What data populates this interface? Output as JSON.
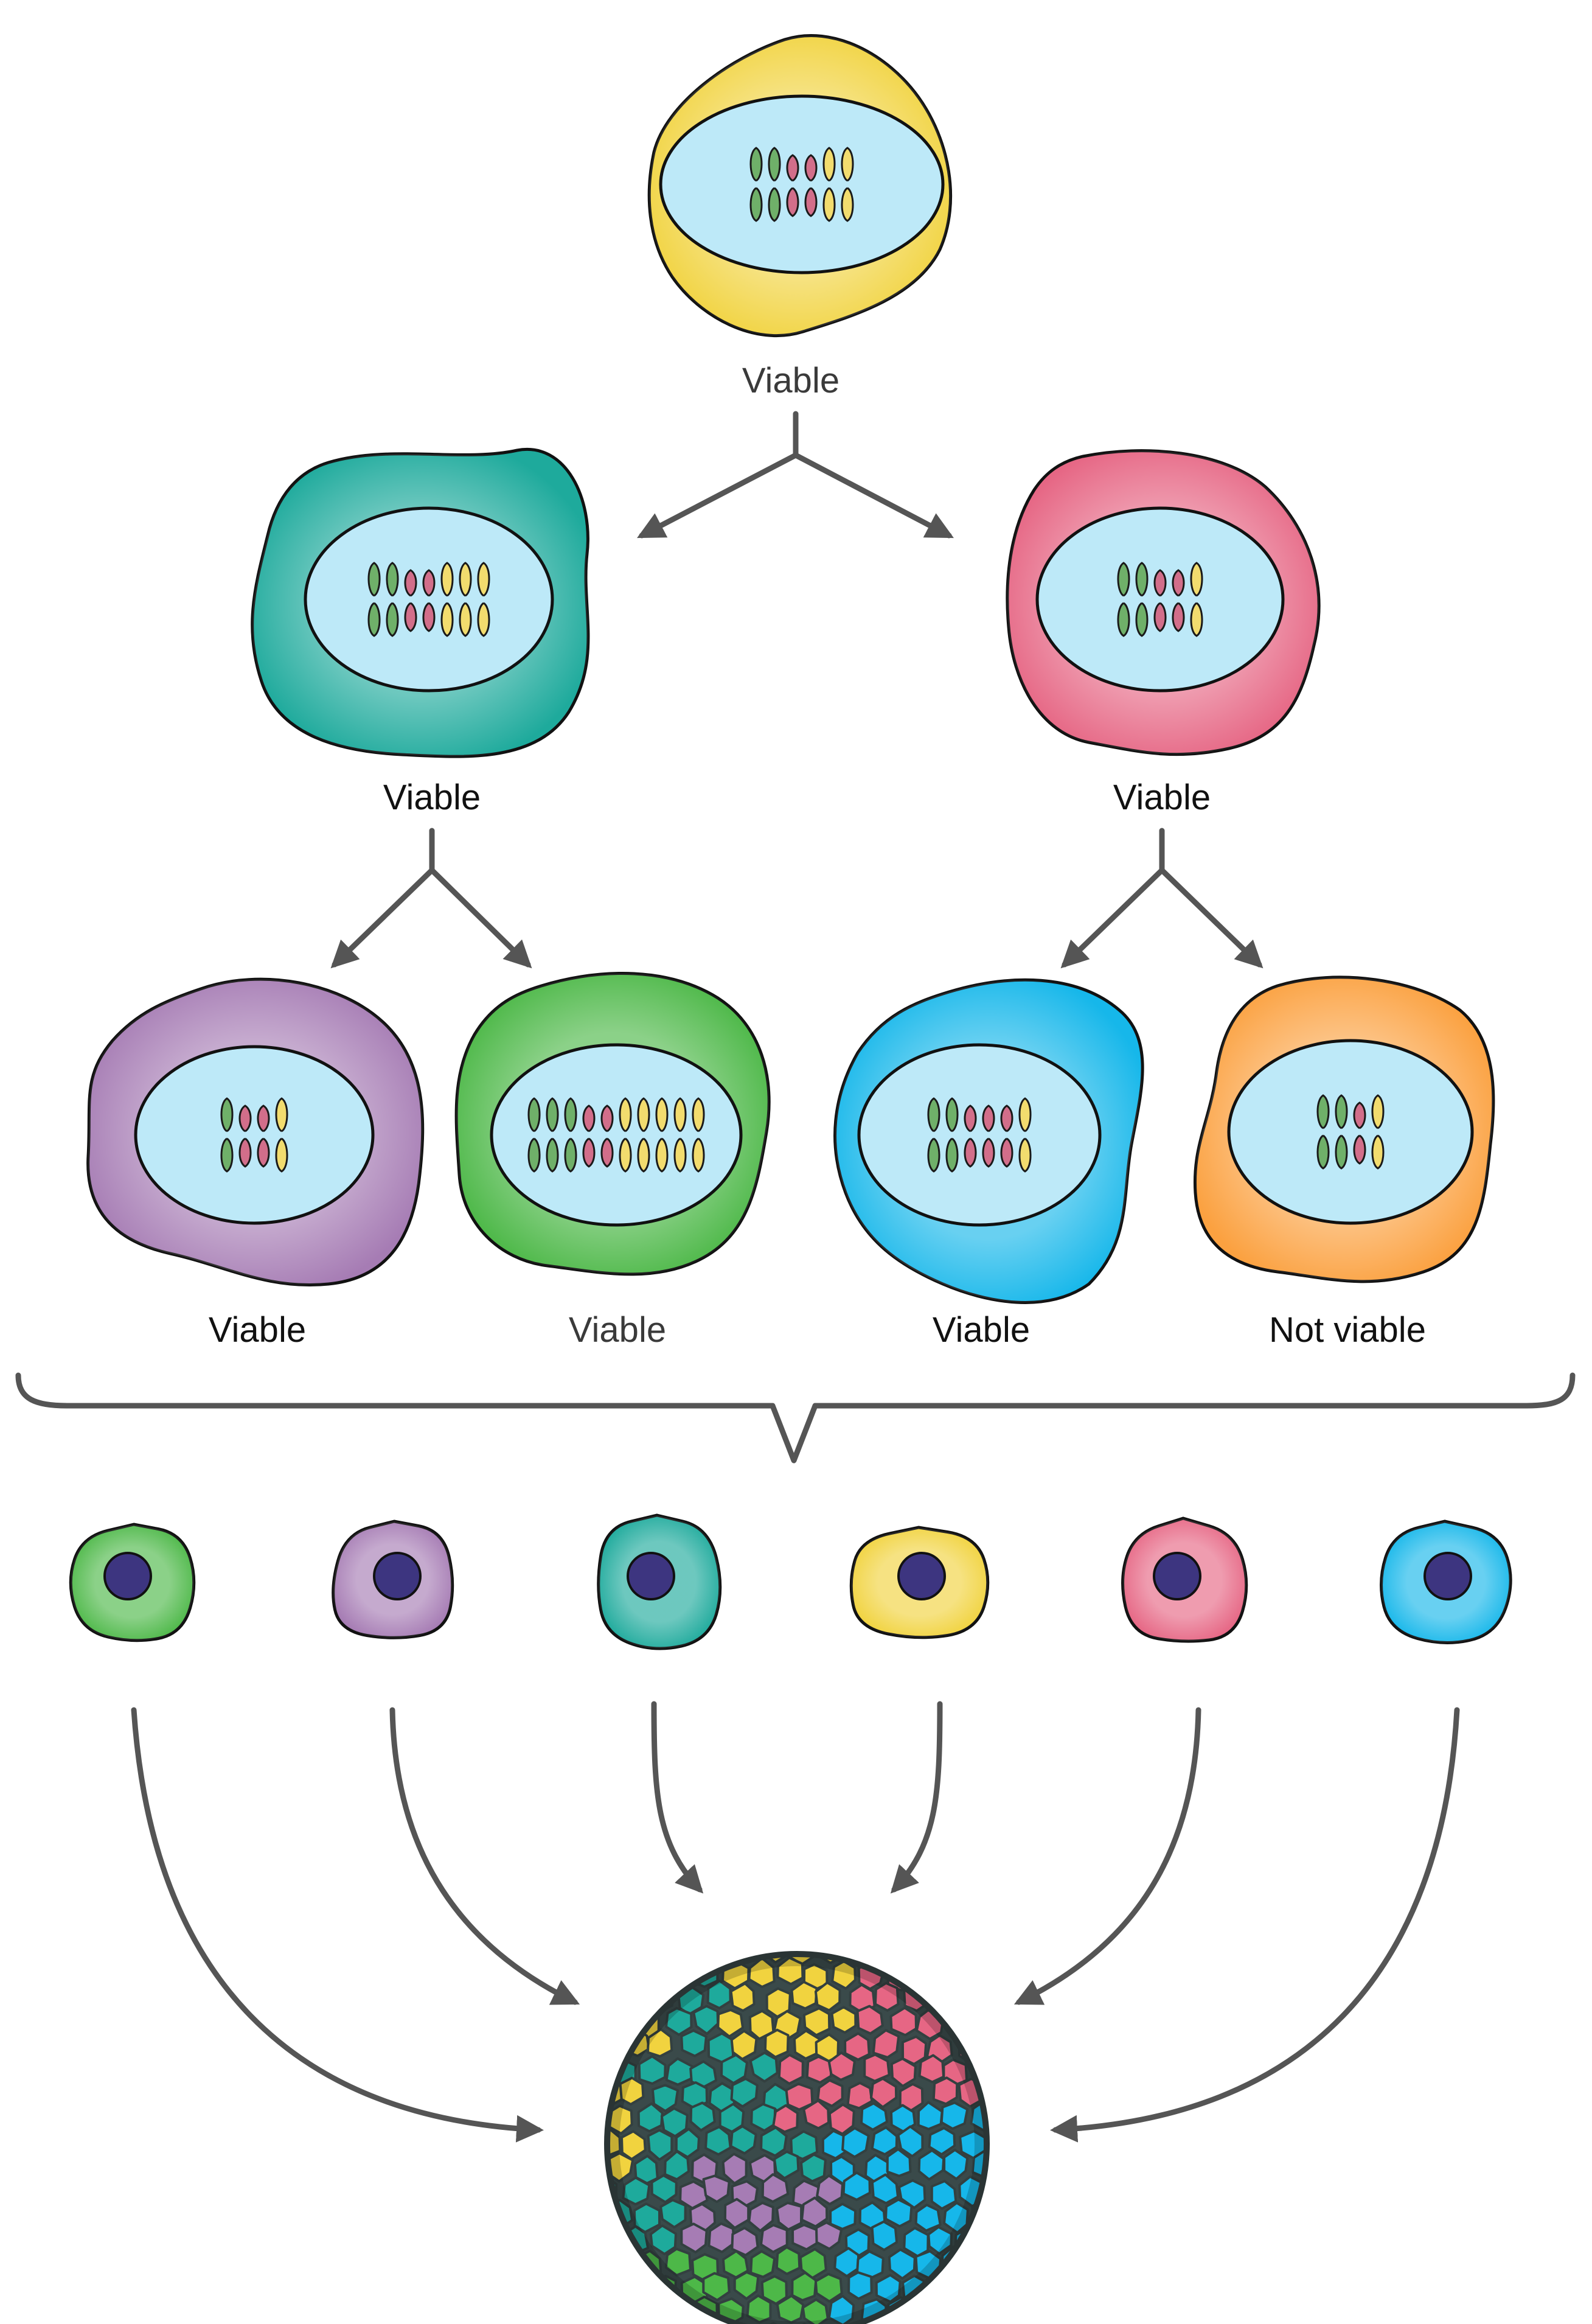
{
  "colors": {
    "yellow": "#f1d33f",
    "teal": "#1eaa9c",
    "pink": "#e66684",
    "purple": "#a67cb4",
    "green": "#4db848",
    "cyan": "#16b7ea",
    "orange": "#fba140",
    "nucleus": "#bde9f8",
    "nucleus_small": "#3d3580",
    "arrow": "#555555",
    "chromosome_green": "#6fb069",
    "chromosome_pink": "#d26e8a",
    "chromosome_yellow": "#f2dc6e"
  },
  "cells": [
    {
      "id": "top",
      "color": "yellow",
      "label": "Viable",
      "chromosomes": [
        "green",
        "green",
        "pink",
        "pink",
        "yellow",
        "yellow"
      ]
    },
    {
      "id": "left",
      "color": "teal",
      "label": "Viable",
      "chromosomes": [
        "green",
        "green",
        "pink",
        "pink",
        "yellow",
        "yellow",
        "yellow"
      ]
    },
    {
      "id": "right",
      "color": "pink",
      "label": "Viable",
      "chromosomes": [
        "green",
        "green",
        "pink",
        "pink",
        "yellow"
      ]
    },
    {
      "id": "purple",
      "color": "purple",
      "label": "Viable",
      "chromosomes": [
        "green",
        "pink",
        "pink",
        "yellow"
      ]
    },
    {
      "id": "green",
      "color": "green",
      "label": "Viable",
      "chromosomes": [
        "green",
        "green",
        "green",
        "pink",
        "pink",
        "yellow",
        "yellow",
        "yellow",
        "yellow",
        "yellow"
      ]
    },
    {
      "id": "cyan",
      "color": "cyan",
      "label": "Viable",
      "chromosomes": [
        "green",
        "green",
        "pink",
        "pink",
        "pink",
        "yellow"
      ]
    },
    {
      "id": "orange",
      "color": "orange",
      "label": "Not viable",
      "chromosomes": [
        "green",
        "green",
        "pink",
        "yellow"
      ]
    }
  ],
  "small_cells": [
    "green",
    "purple",
    "teal",
    "yellow",
    "pink",
    "cyan"
  ],
  "embryo_regions": [
    "yellow",
    "pink",
    "teal",
    "cyan",
    "purple",
    "green"
  ]
}
